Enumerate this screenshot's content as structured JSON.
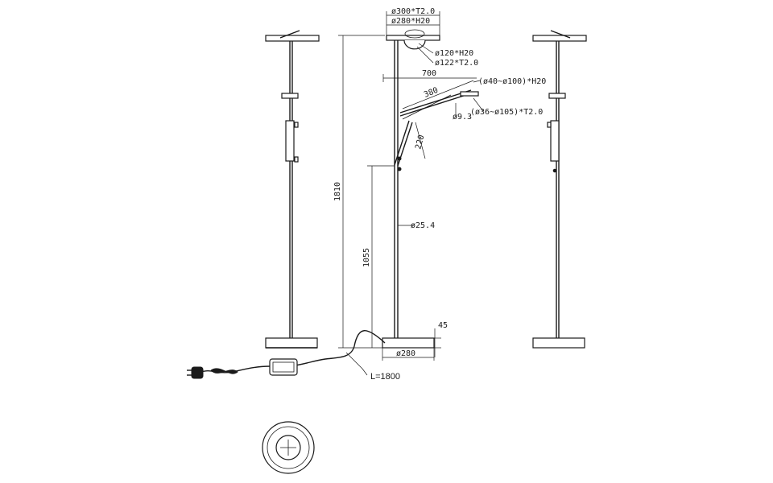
{
  "dimensions": {
    "top_dia": "ø300*T2.0",
    "top_dia_h": "ø280*H20",
    "ring_h": "ø120*H20",
    "ring_t": "ø122*T2.0",
    "reach": "700",
    "arm_len": "380",
    "reading_head": "(ø40~ø100)*H20",
    "joint_dia": "ø9.3",
    "reading_ring": "(ø36~ø105)*T2.0",
    "arm_lower": "220",
    "pole_dia": "ø25.4",
    "total_height": "1810",
    "joint_height": "1055",
    "base_height": "45",
    "base_dia": "ø280",
    "cable_len": "L=1800"
  }
}
